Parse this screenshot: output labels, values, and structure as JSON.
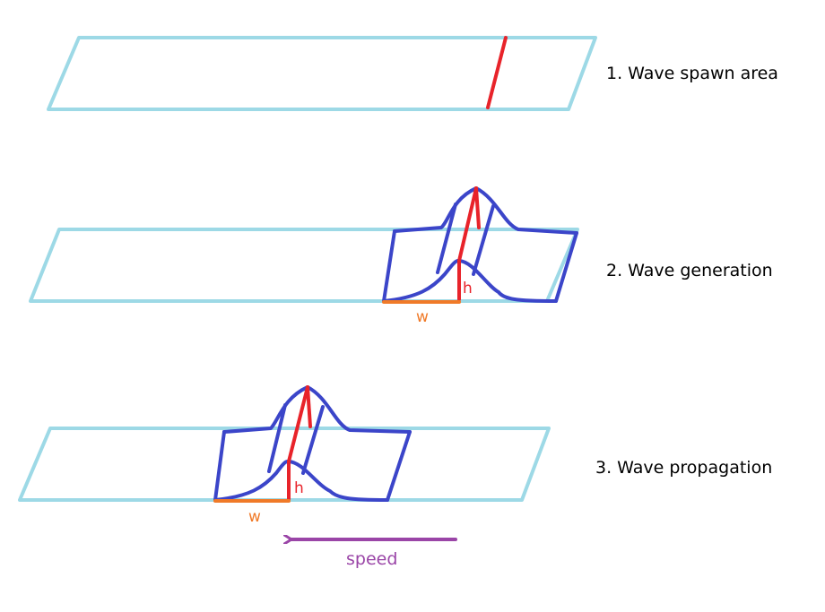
{
  "colors": {
    "plane": "#9dd9e6",
    "wave": "#3b45c9",
    "spawn": "#e8232a",
    "width": "#f07a28",
    "speed": "#9a45a7",
    "text": "#000000"
  },
  "steps": [
    {
      "label": "1. Wave spawn area"
    },
    {
      "label": "2. Wave generation"
    },
    {
      "label": "3. Wave propagation"
    }
  ],
  "dimensions": {
    "height_label": "h",
    "width_label": "w"
  },
  "speed": {
    "label": "speed",
    "direction": "left"
  }
}
